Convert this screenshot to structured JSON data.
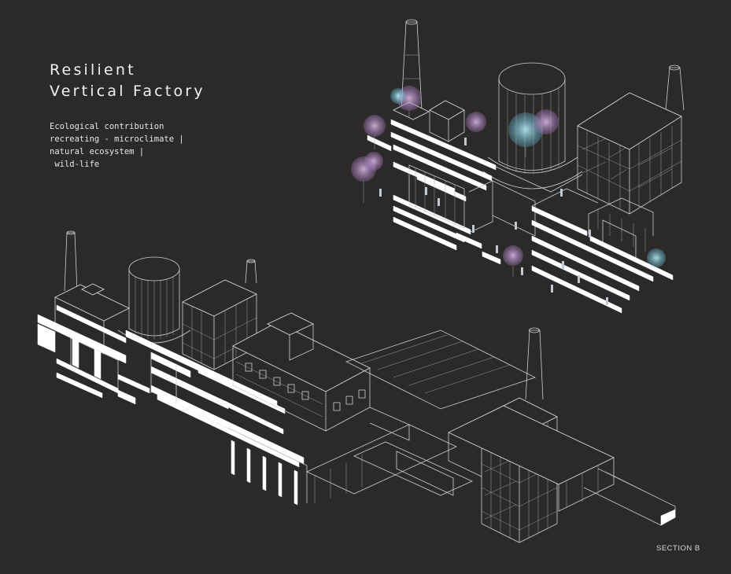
{
  "title": {
    "line1": "Resilient",
    "line2": "Vertical Factory"
  },
  "description": {
    "line1": "Ecological contribution",
    "line2": "recreating - microclimate |",
    "line3": "natural ecosystem |",
    "line4": " wild-life"
  },
  "section_label": "SECTION B",
  "colors": {
    "background": "#2b2a29",
    "linework": "#d9d9d9",
    "slab": "#ffffff",
    "tree_pink": "#c9a6d8",
    "tree_cyan": "#8fd3e6"
  }
}
